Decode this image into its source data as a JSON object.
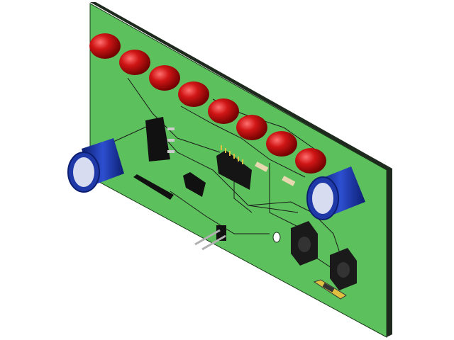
{
  "scene": {
    "subject": "pcb-assembly-render",
    "colors": {
      "board": "#5cc05c",
      "board_edge": "#1e2a1e",
      "led": "#c81010",
      "capacitor": "#1f3aa8",
      "ic": "#111111",
      "trace": "#1a1a1a",
      "background": "#ffffff"
    },
    "led_count": 8,
    "capacitor_count": 2,
    "button_count": 2
  }
}
